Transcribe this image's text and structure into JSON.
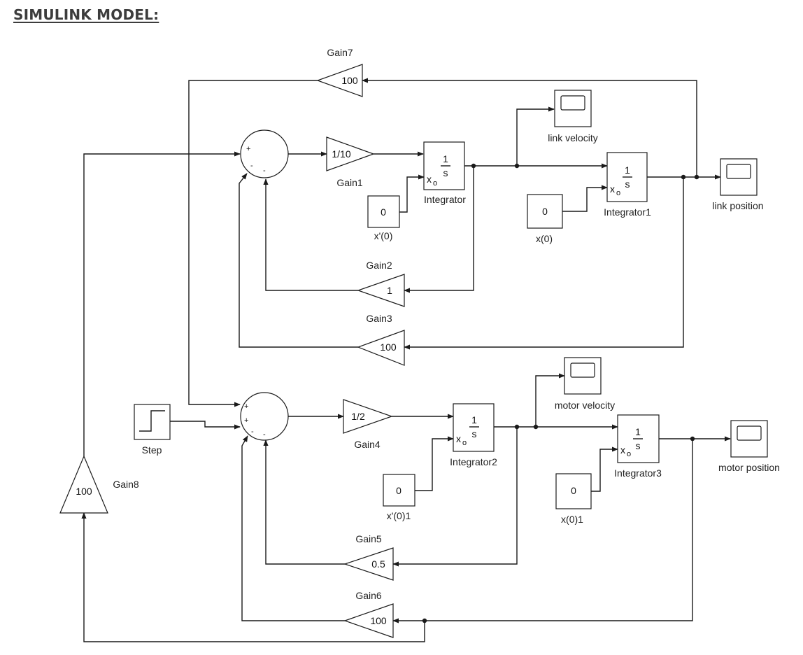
{
  "heading": "SIMULINK MODEL:",
  "blocks": {
    "gain7": {
      "label": "Gain7",
      "value": "100"
    },
    "gain1": {
      "label": "Gain1",
      "value": "1/10"
    },
    "gain2": {
      "label": "Gain2",
      "value": "1"
    },
    "gain3": {
      "label": "Gain3",
      "value": "100"
    },
    "gain4": {
      "label": "Gain4",
      "value": "1/2"
    },
    "gain5": {
      "label": "Gain5",
      "value": "0.5"
    },
    "gain6": {
      "label": "Gain6",
      "value": "100"
    },
    "gain8": {
      "label": "Gain8",
      "value": "100"
    },
    "integrator": {
      "label": "Integrator",
      "num": "1",
      "den": "s",
      "ic": "x"
    },
    "integrator1": {
      "label": "Integrator1",
      "num": "1",
      "den": "s",
      "ic": "x"
    },
    "integrator2": {
      "label": "Integrator2",
      "num": "1",
      "den": "s",
      "ic": "x"
    },
    "integrator3": {
      "label": "Integrator3",
      "num": "1",
      "den": "s",
      "ic": "x"
    },
    "ic_sub": "o",
    "const_xd0": {
      "label": "x'(0)",
      "value": "0"
    },
    "const_x0": {
      "label": "x(0)",
      "value": "0"
    },
    "const_xd01": {
      "label": "x'(0)1",
      "value": "0"
    },
    "const_x01": {
      "label": "x(0)1",
      "value": "0"
    },
    "scope_link_vel": {
      "label": "link velocity"
    },
    "scope_link_pos": {
      "label": "link position"
    },
    "scope_motor_vel": {
      "label": "motor velocity"
    },
    "scope_motor_pos": {
      "label": "motor position"
    },
    "step": {
      "label": "Step"
    },
    "sum_top_signs": [
      "+",
      "-",
      "-"
    ],
    "sum_bottom_signs": [
      "+",
      "+",
      "-",
      "-"
    ]
  }
}
